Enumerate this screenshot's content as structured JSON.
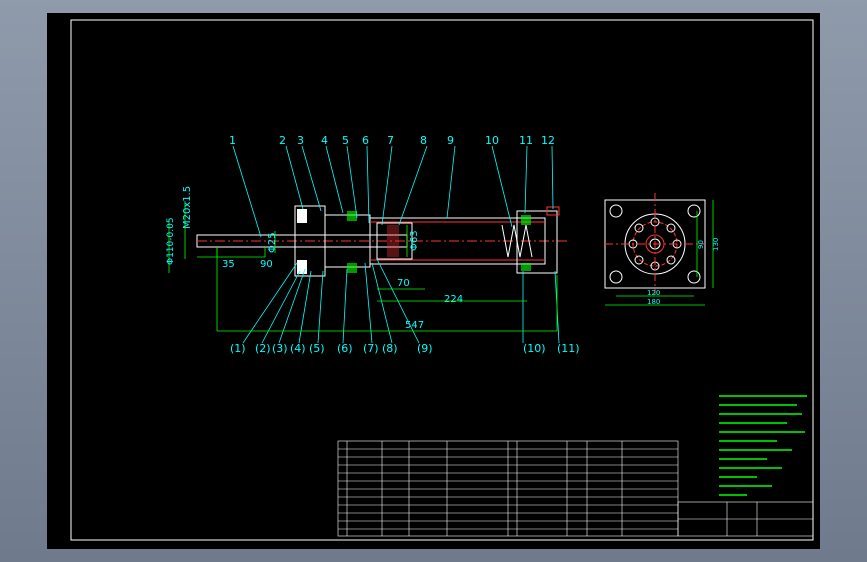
{
  "colors": {
    "background": "#000000",
    "frame": "#ffffff",
    "part_line": "#ff3333",
    "leader": "#00ffff",
    "dimension": "#00ff00",
    "text": "#00ffff",
    "notes": "#00ff00",
    "outer": "#7f8a9c"
  },
  "balloons_top": [
    "1",
    "2",
    "3",
    "4",
    "5",
    "6",
    "7",
    "8",
    "9",
    "10",
    "11",
    "12"
  ],
  "balloons_bottom": [
    "(1)",
    "(2)",
    "(3)",
    "(4)",
    "(5)",
    "(6)",
    "(7)",
    "(8)",
    "(9)",
    "(10)",
    "(11)"
  ],
  "dimensions": {
    "d_35": "35",
    "d_90": "90",
    "d_70": "70",
    "d_224": "224",
    "d_547": "547",
    "thread": "M20x1.5",
    "rod_dia": "Φ25",
    "bore_dia": "Φ63",
    "port_dia": "Φ110-0.05"
  },
  "end_view": {
    "d_120": "120",
    "d_180": "180",
    "d_130": "130",
    "d_90": "90"
  }
}
